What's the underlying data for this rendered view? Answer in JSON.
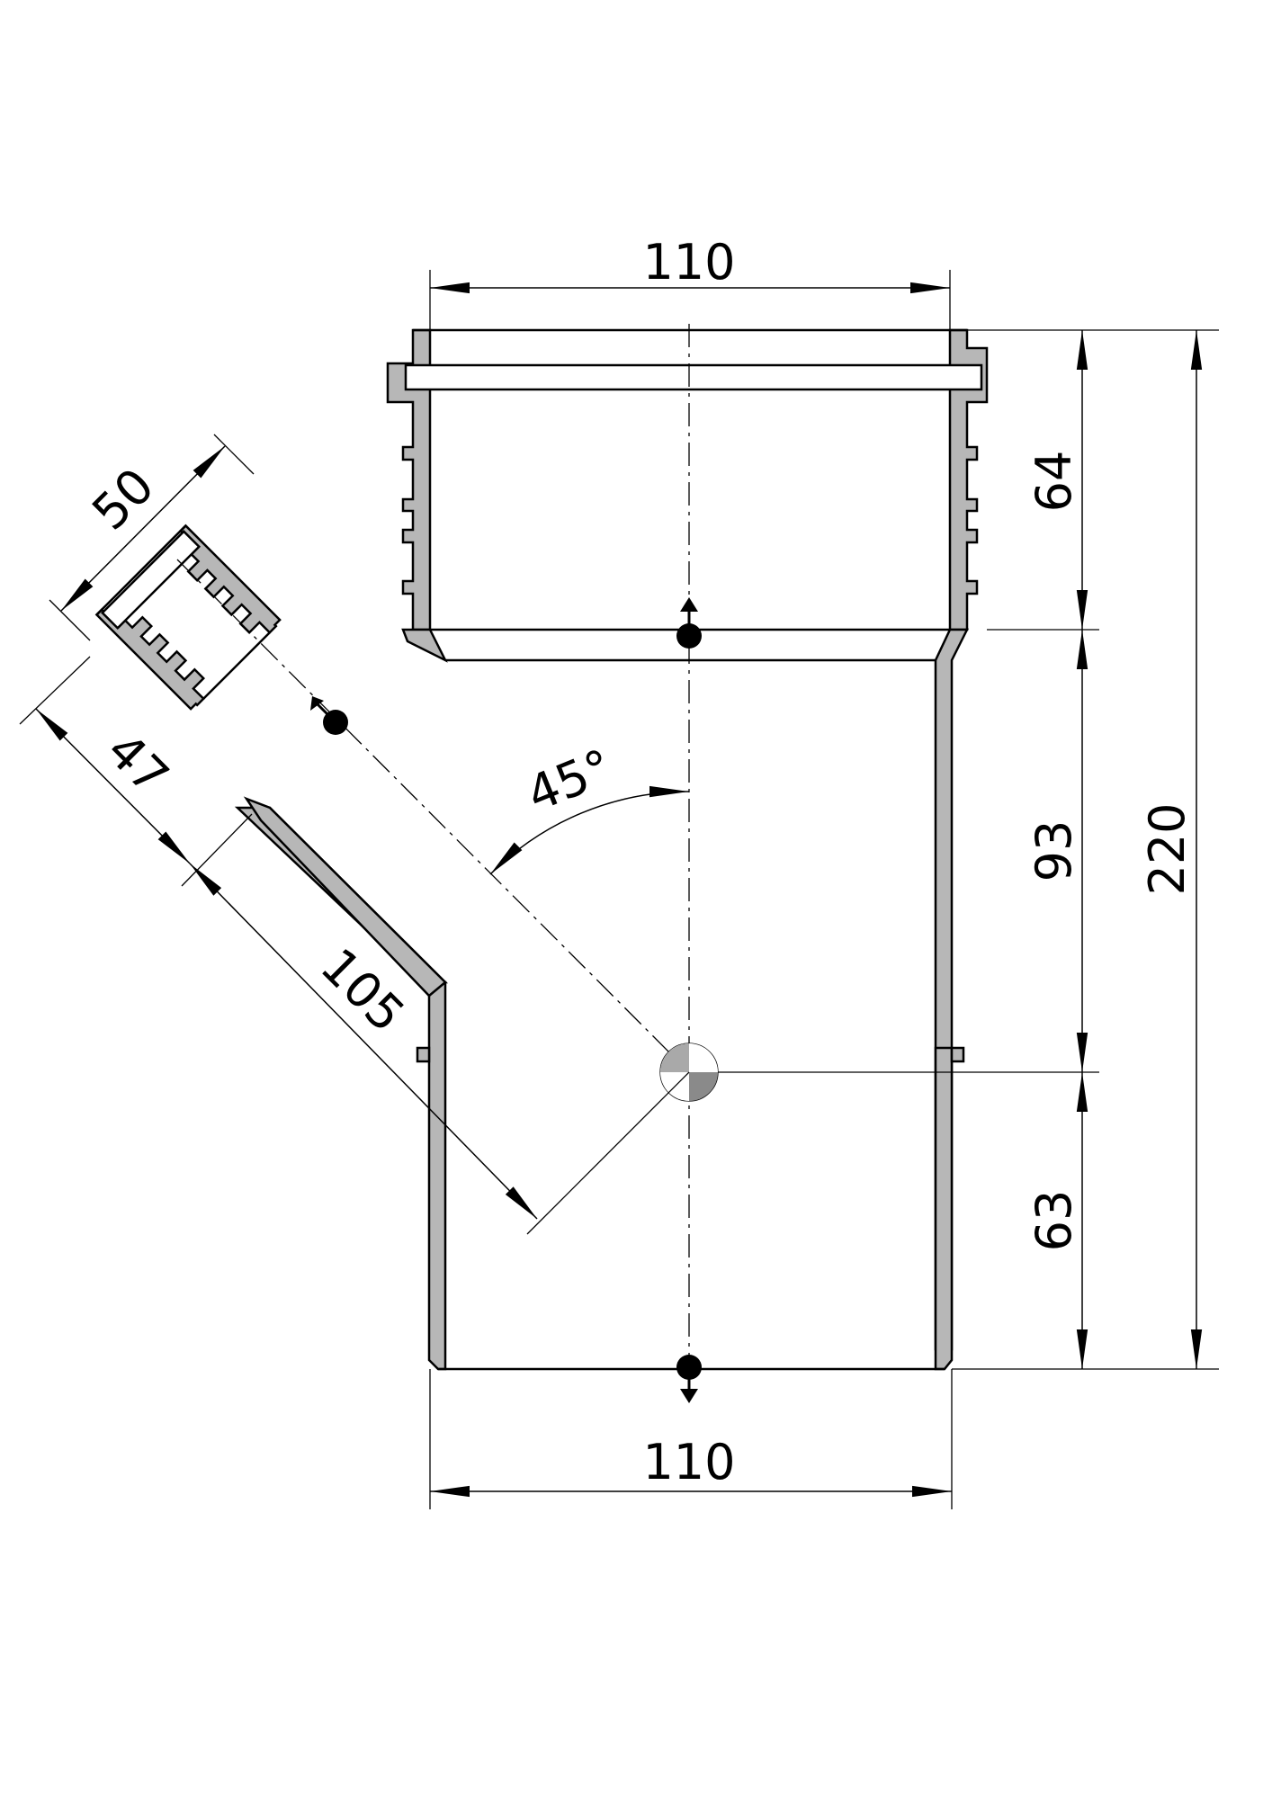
{
  "dimensions": {
    "top_width": "110",
    "bottom_width": "110",
    "socket_depth": "64",
    "middle_length": "93",
    "lower_length": "63",
    "total_height": "220",
    "branch_diameter": "50",
    "branch_socket_depth": "47",
    "branch_length": "105",
    "branch_angle": "45°"
  },
  "colors": {
    "wall_fill": "#b7b7b7",
    "line": "#000000"
  }
}
